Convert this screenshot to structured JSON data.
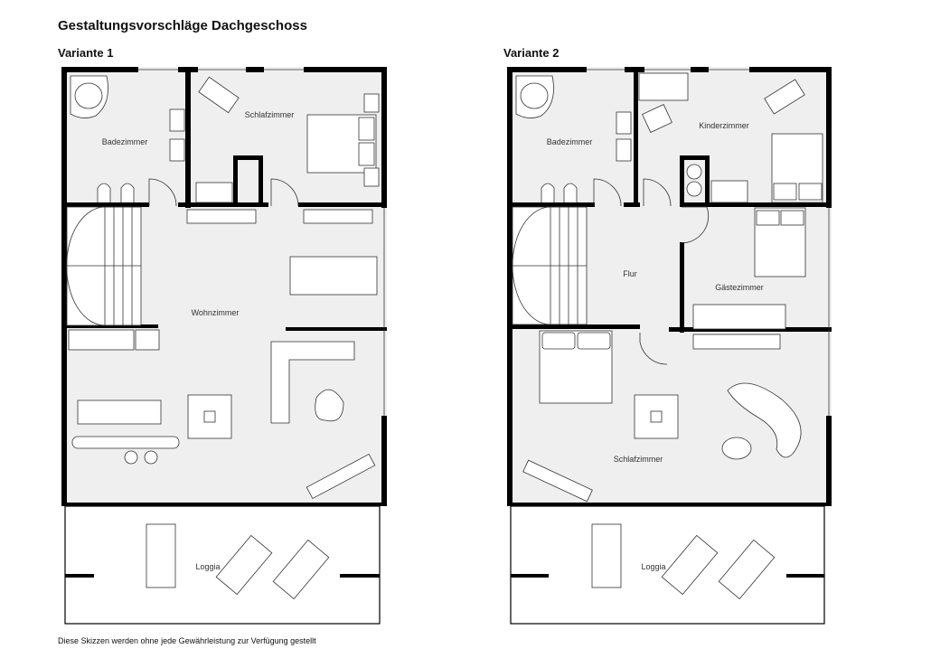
{
  "title": "Gestaltungsvorschläge Dachgeschoss",
  "footer": "Diese Skizzen werden ohne jede Gewährleistung zur Verfügung gestellt",
  "variants": [
    {
      "label": "Variante 1",
      "rooms": {
        "bath": "Badezimmer",
        "bedroom": "Schlafzimmer",
        "living": "Wohnzimmer",
        "loggia": "Loggia"
      }
    },
    {
      "label": "Variante 2",
      "rooms": {
        "bath": "Badezimmer",
        "kids": "Kinderzimmer",
        "hall": "Flur",
        "guest": "Gästezimmer",
        "bedroom": "Schlafzimmer",
        "loggia": "Loggia"
      }
    }
  ],
  "colors": {
    "floor": "#efefef",
    "wall": "#000000"
  }
}
